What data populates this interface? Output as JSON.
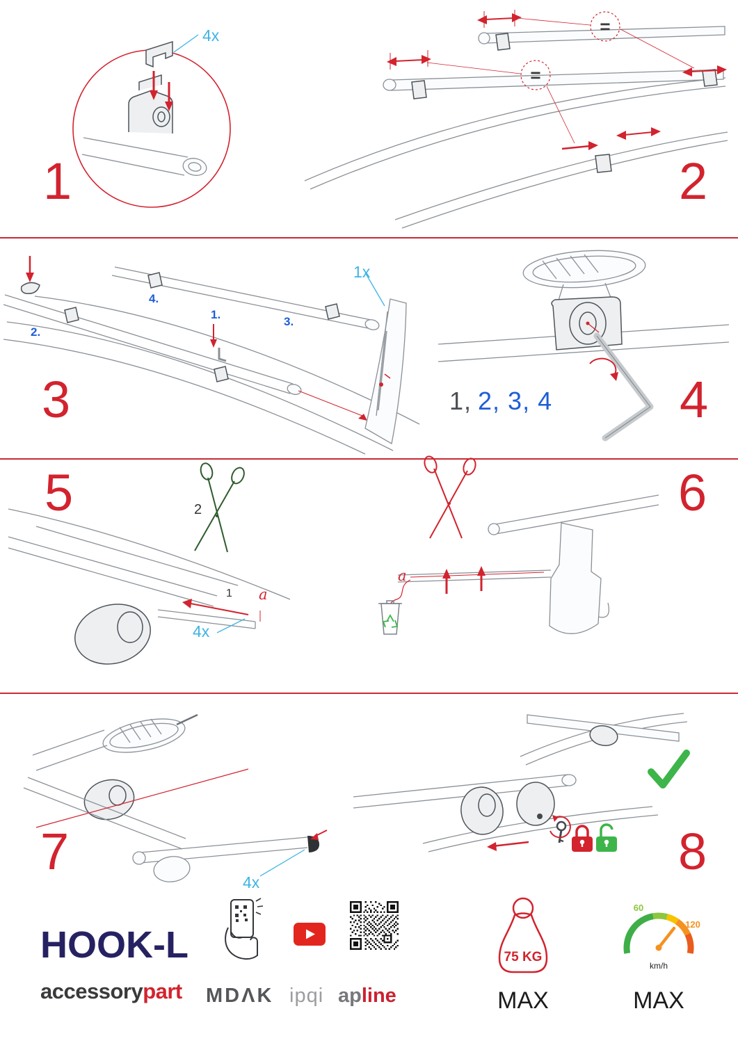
{
  "steps": {
    "s1": {
      "num": "1",
      "qty": "4x"
    },
    "s2": {
      "num": "2",
      "eq": "="
    },
    "s3": {
      "num": "3",
      "qty": "1x",
      "l1": "1.",
      "l2": "2.",
      "l3": "3.",
      "l4": "4."
    },
    "s4": {
      "num": "4",
      "seq_gray": "1,",
      "seq_blue": "2, 3, 4"
    },
    "s5": {
      "num": "5",
      "cut": "2",
      "pull": "1",
      "dim": "a",
      "qty": "4x"
    },
    "s6": {
      "num": "6",
      "dim": "a"
    },
    "s7": {
      "num": "7",
      "qty": "4x"
    },
    "s8": {
      "num": "8"
    }
  },
  "footer": {
    "product": "HOOK-L",
    "brand_black": "accessory",
    "brand_red": "part",
    "mdak": "MDΛK",
    "ipqi": "ipqi",
    "ap": "ap",
    "line": "line",
    "weight_value": "75 KG",
    "weight_max": "MAX",
    "speed_low": "60",
    "speed_high": "120",
    "speed_unit": "km/h",
    "speed_max": "MAX"
  },
  "colors": {
    "red": "#d2232e",
    "cyan": "#3fb4e4",
    "blue": "#1e5ed6",
    "navy": "#262262",
    "green": "#3db54a",
    "orange": "#f59120"
  }
}
